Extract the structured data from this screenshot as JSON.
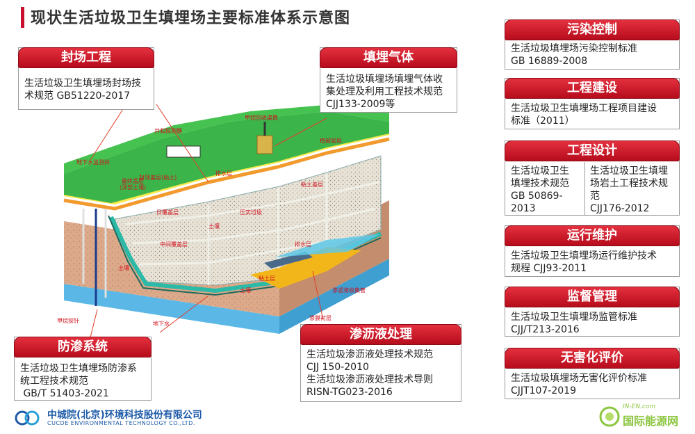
{
  "title": "现状生活垃圾卫生填埋场主要标准体系示意图",
  "cards": {
    "fengchang": {
      "title": "封场工程",
      "lines": [
        "生活垃圾卫生填埋场封场技",
        "术规范 GB51220-2017"
      ]
    },
    "qiti": {
      "title": "填埋气体",
      "lines": [
        "生活垃圾填埋场填埋气体收",
        "集处理及利用工程技术规范",
        "CJJ133-2009等"
      ]
    },
    "fangshen": {
      "title": "防渗系统",
      "lines": [
        "生活垃圾卫生填埋场防渗系",
        "统工程技术规范",
        " GB/T 51403-2021"
      ]
    },
    "shenliye": {
      "title": "渗沥液处理",
      "lines": [
        "生活垃圾渗沥液处理技术规范",
        "CJJ 150-2010",
        "生活垃圾渗沥液处理技术导则",
        "RISN-TG023-2016"
      ]
    },
    "wuran": {
      "title": "污染控制",
      "lines": [
        "生活垃圾填埋场污染控制标准",
        "GB 16889-2008"
      ]
    },
    "gcjs": {
      "title": "工程建设",
      "lines": [
        "生活垃圾卫生填埋场工程项目建设",
        "标准（2011）"
      ]
    },
    "gcsj": {
      "title": "工程设计",
      "left": [
        "生活垃圾卫生",
        "填埋技术规范",
        "GB 50869-",
        "2013"
      ],
      "right": [
        "生活垃圾卫生填埋",
        "场岩土工程技术规",
        "范",
        "CJJ176-2012"
      ]
    },
    "yxwh": {
      "title": "运行维护",
      "lines": [
        "生活垃圾卫生填埋场运行维护技术",
        "规程 CJJ93-2011"
      ]
    },
    "jdgl": {
      "title": "监督管理",
      "lines": [
        "生活垃圾卫生填埋场监管标准",
        "CJJ/T213-2016"
      ]
    },
    "whh": {
      "title": "无害化评价",
      "lines": [
        "生活垃圾填埋场无害化评价标准",
        "CJJT107-2019"
      ]
    }
  },
  "diagram": {
    "labels": {
      "gas_well": "甲烷回收渠筒",
      "monitor_well": "井和探测器",
      "veg_layer": "植被层层",
      "gw_well": "地下水监测井",
      "clay_top": "封顶盖层(粘土)",
      "final_cover": "最终盖层",
      "top_layer": "(顶部土壤)",
      "drain": "排水层",
      "clay_cover": "粘土盖层",
      "soil1": "土壤",
      "daily_cover": "日覆盖层",
      "mid_cover": "中间覆盖层",
      "waste_layer": "压实垃圾",
      "drain2": "排水层",
      "soil2": "土壤",
      "soil3": "土壤",
      "clay_liner": "粘土层",
      "leach_pipe": "渗滤液收集管",
      "hdpe": "渗膜衬层",
      "methane_probe": "甲烷探针",
      "groundwater": "地下水"
    }
  },
  "logo": {
    "cn": "中城院(北京)环境科技股份有限公司",
    "en": "CUCDE ENVIRONMENTAL TECHNOLOGY CO.,LTD."
  },
  "watermark": {
    "top": "IN-EN.com",
    "main": "国际能源网"
  }
}
